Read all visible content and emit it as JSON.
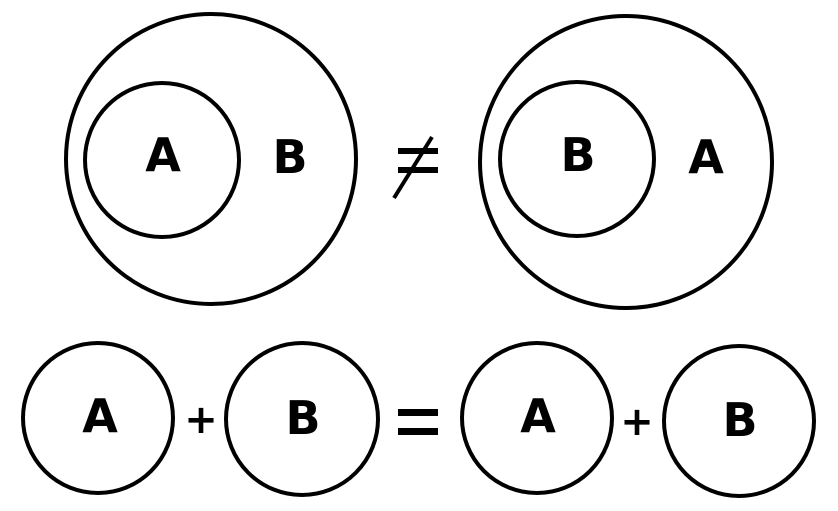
{
  "top": {
    "left": {
      "inner_label": "A",
      "outer_label": "B"
    },
    "operator": "≠",
    "right": {
      "inner_label": "B",
      "outer_label": "A"
    }
  },
  "bottom": {
    "left": {
      "first": "A",
      "plus": "+",
      "second": "B"
    },
    "operator": "=",
    "right": {
      "first": "A",
      "plus": "+",
      "second": "B"
    }
  }
}
